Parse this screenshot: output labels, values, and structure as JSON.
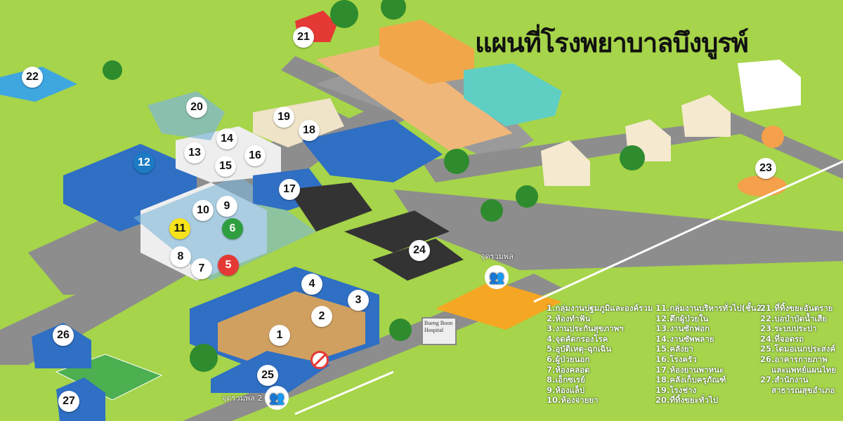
{
  "title": "แผนที่โรงพยาบาลบึงบูรพ์",
  "colors": {
    "grass": "#a6d44a",
    "road": "#8d8d8d",
    "roof_blue": "#2f6fc4",
    "accent_red": "#e53935",
    "accent_green": "#2e9e3e",
    "accent_yellow": "#f5e21b",
    "accent_blue": "#1c7bc4"
  },
  "markers": [
    {
      "label": "1"
    },
    {
      "label": "2"
    },
    {
      "label": "3"
    },
    {
      "label": "4"
    },
    {
      "label": "5",
      "color": "red"
    },
    {
      "label": "6",
      "color": "green"
    },
    {
      "label": "7"
    },
    {
      "label": "8"
    },
    {
      "label": "9"
    },
    {
      "label": "10"
    },
    {
      "label": "11",
      "color": "yellow"
    },
    {
      "label": "12",
      "color": "blue"
    },
    {
      "label": "13"
    },
    {
      "label": "14"
    },
    {
      "label": "15"
    },
    {
      "label": "16"
    },
    {
      "label": "17"
    },
    {
      "label": "18"
    },
    {
      "label": "19"
    },
    {
      "label": "20"
    },
    {
      "label": "21"
    },
    {
      "label": "22"
    },
    {
      "label": "23"
    },
    {
      "label": "24"
    },
    {
      "label": "25"
    },
    {
      "label": "26"
    },
    {
      "label": "27"
    }
  ],
  "assembly_points": [
    {
      "label": "จุดรวมพล",
      "icon": "people-group-icon"
    },
    {
      "label": "จุดรวมพล 2",
      "icon": "people-group-icon"
    }
  ],
  "hospital_sign": "Bueng Boon Hospital",
  "no_entry_sign_icon": "no-vehicle-icon",
  "legend": {
    "col1": [
      "1.กลุ่มงานปฐมภูมิและองค์รวม",
      "2.ห้องทำฟัน",
      "3.งานประกันสุขภาพฯ",
      "4.จุดคัดกรองโรค",
      "5.อุบัติเหตุ-ฉุกเฉิน",
      "6.ผู้ป่วยนอก",
      "7.ห้องคลอด",
      "8.เอ็กซเรย์",
      "9.ห้องแล็ป",
      "10.ห้องจ่ายยา"
    ],
    "col2": [
      "11.กลุ่มงานบริหารทั่วไป(ชั้น2)",
      "12.ตึกผู้ป่วยใน",
      "13.งานซักฟอก",
      "14.งานซัพพลาย",
      "15.คลังยา",
      "16.โรงครัว",
      "17.ห้องยานพาหนะ",
      "18.คลังเก็บครุภัณฑ์",
      "19.โรงช่าง",
      "20.ที่ทิ้งขยะทั่วไป"
    ],
    "col3": [
      "21.ที่ทิ้งขยะอันตราย",
      "22.บ่อบำบัดน้ำเสีย",
      "23.ระบบประปา",
      "24.ที่จอดรถ",
      "25.โดมอเนกประสงค์",
      "26.อาคารกายภาพ",
      "   และแพทย์แผนไทย",
      "27.สำนักงาน",
      "   สาธารณสุขอำเภอ"
    ]
  }
}
